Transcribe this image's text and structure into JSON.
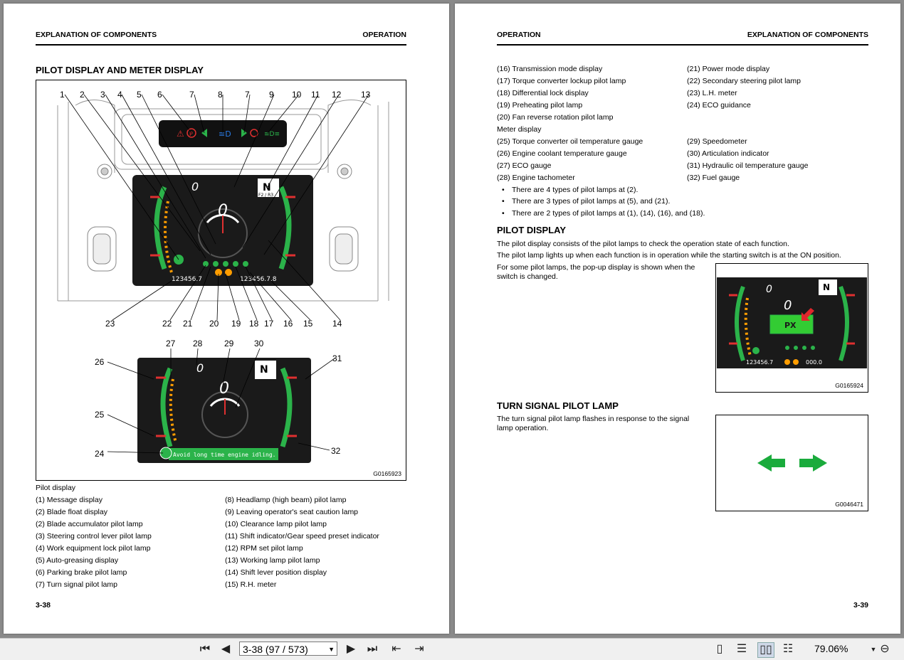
{
  "left_page": {
    "header_left": "EXPLANATION OF COMPONENTS",
    "header_right": "OPERATION",
    "section_title": "PILOT DISPLAY AND METER DISPLAY",
    "figure_code": "G0165923",
    "figure": {
      "upper_callouts": [
        "1",
        "2",
        "3",
        "4",
        "5",
        "6",
        "7",
        "8",
        "7",
        "9",
        "10",
        "11",
        "12",
        "13"
      ],
      "lower_callouts": [
        "23",
        "22",
        "21",
        "20",
        "19",
        "18",
        "17",
        "16",
        "15",
        "14"
      ],
      "meter_callouts": [
        "27",
        "28",
        "29",
        "30",
        "26",
        "31",
        "25",
        "24",
        "32"
      ],
      "odometer_left": "123456.7",
      "odometer_right": "123456.7.8",
      "gear_letter": "N",
      "gear_preset": "F2 / R3",
      "speed_value": "0",
      "rpm_value": "0",
      "eco_message": "Avoid long time engine idling."
    },
    "caption_heading": "Pilot display",
    "items_col1": [
      "(1) Message display",
      "(2) Blade float display",
      "(2) Blade accumulator pilot lamp",
      "(3) Steering control lever pilot lamp",
      "(4) Work equipment lock pilot lamp",
      "(5) Auto-greasing display",
      "(6) Parking brake pilot lamp",
      "(7) Turn signal pilot lamp"
    ],
    "items_col2": [
      "(8) Headlamp (high beam) pilot lamp",
      "(9) Leaving operator's seat caution lamp",
      "(10) Clearance lamp pilot lamp",
      "(11) Shift indicator/Gear speed preset indicator",
      "(12) RPM set pilot lamp",
      "(13) Working lamp pilot lamp",
      "(14) Shift lever position display",
      "(15) R.H. meter"
    ],
    "page_number": "3-38"
  },
  "right_page": {
    "header_left": "OPERATION",
    "header_right": "EXPLANATION OF COMPONENTS",
    "list_col1": [
      "(16) Transmission mode display",
      "(17) Torque converter lockup pilot lamp",
      "(18) Differential lock display",
      "(19) Preheating pilot lamp",
      "(20) Fan reverse rotation pilot lamp"
    ],
    "list_col2": [
      "(21) Power mode display",
      "(22) Secondary steering pilot lamp",
      "(23) L.H. meter",
      "(24) ECO guidance"
    ],
    "meter_heading": "Meter display",
    "meter_col1": [
      "(25) Torque converter oil temperature gauge",
      "(26) Engine coolant temperature gauge",
      "(27) ECO gauge",
      "(28) Engine tachometer"
    ],
    "meter_col2": [
      "(29) Speedometer",
      "(30) Articulation indicator",
      "(31) Hydraulic oil temperature gauge",
      "(32) Fuel gauge"
    ],
    "bullets": [
      "There are 4 types of pilot lamps at (2).",
      "There are 3 types of pilot lamps at (5), and (21).",
      "There are 2 types of pilot lamps at (1), (14), (16), and (18)."
    ],
    "pilot_display_title": "PILOT DISPLAY",
    "pilot_display_p1": "The pilot display consists of the pilot lamps to check the operation state of each function.",
    "pilot_display_p2": "The pilot lamp lights up when each function is in operation while the starting switch is at the ON position.",
    "pilot_display_p3a": "For some pilot lamps, the pop-up display is shown when the",
    "pilot_display_p3b": "switch is changed.",
    "popup_figure_code": "G0165924",
    "popup_odometer": "123456.7",
    "popup_speed": "000.0",
    "turn_signal_title": "TURN SIGNAL PILOT LAMP",
    "turn_signal_p1": "The turn signal pilot lamp flashes in response to the signal",
    "turn_signal_p2": "lamp operation.",
    "turn_figure_code": "G0046471",
    "page_number": "3-39"
  },
  "toolbar": {
    "page_indicator": "3-38 (97 / 573)",
    "zoom": "79.06%"
  },
  "colors": {
    "arrow_green": "#1aab3c",
    "red_arrow": "#e0262c",
    "dash_bg": "#1a1a1a",
    "gauge_green": "#2bb34a"
  }
}
